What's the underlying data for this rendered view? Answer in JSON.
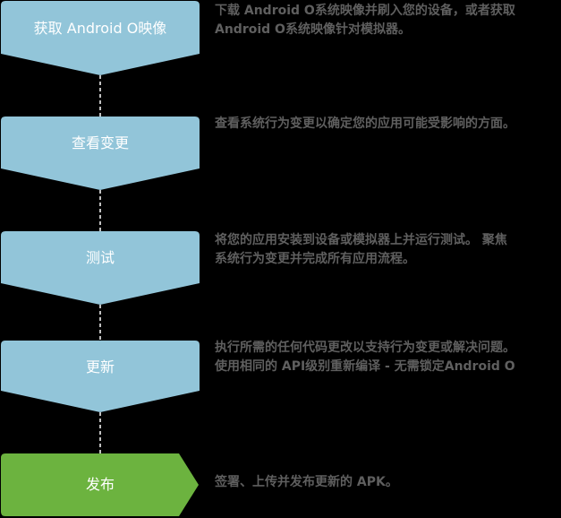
{
  "colors": {
    "background": "#000000",
    "step": "#92c5d9",
    "final_step": "#6cb33f",
    "connector": "#bfbfbf",
    "label_text": "#ffffff",
    "description_text": "#5f5f5f"
  },
  "steps": [
    {
      "label": "获取 Android O映像",
      "description": [
        "下载 Android O系统映像并刷入您的设备，或者获取",
        "Android O系统映像针对模拟器。"
      ]
    },
    {
      "label": "查看变更",
      "description": [
        "查看系统行为变更以确定您的应用可能受影响的方面。"
      ]
    },
    {
      "label": "测试",
      "description": [
        "将您的应用安装到设备或模拟器上并运行测试。 聚焦",
        "系统行为变更并完成所有应用流程。"
      ]
    },
    {
      "label": "更新",
      "description": [
        "执行所需的任何代码更改以支持行为变更或解决问题。",
        "使用相同的 API级别重新编译 - 无需锁定Android O"
      ]
    },
    {
      "label": "发布",
      "description": [
        "签署、上传并发布更新的 APK。"
      ]
    }
  ]
}
